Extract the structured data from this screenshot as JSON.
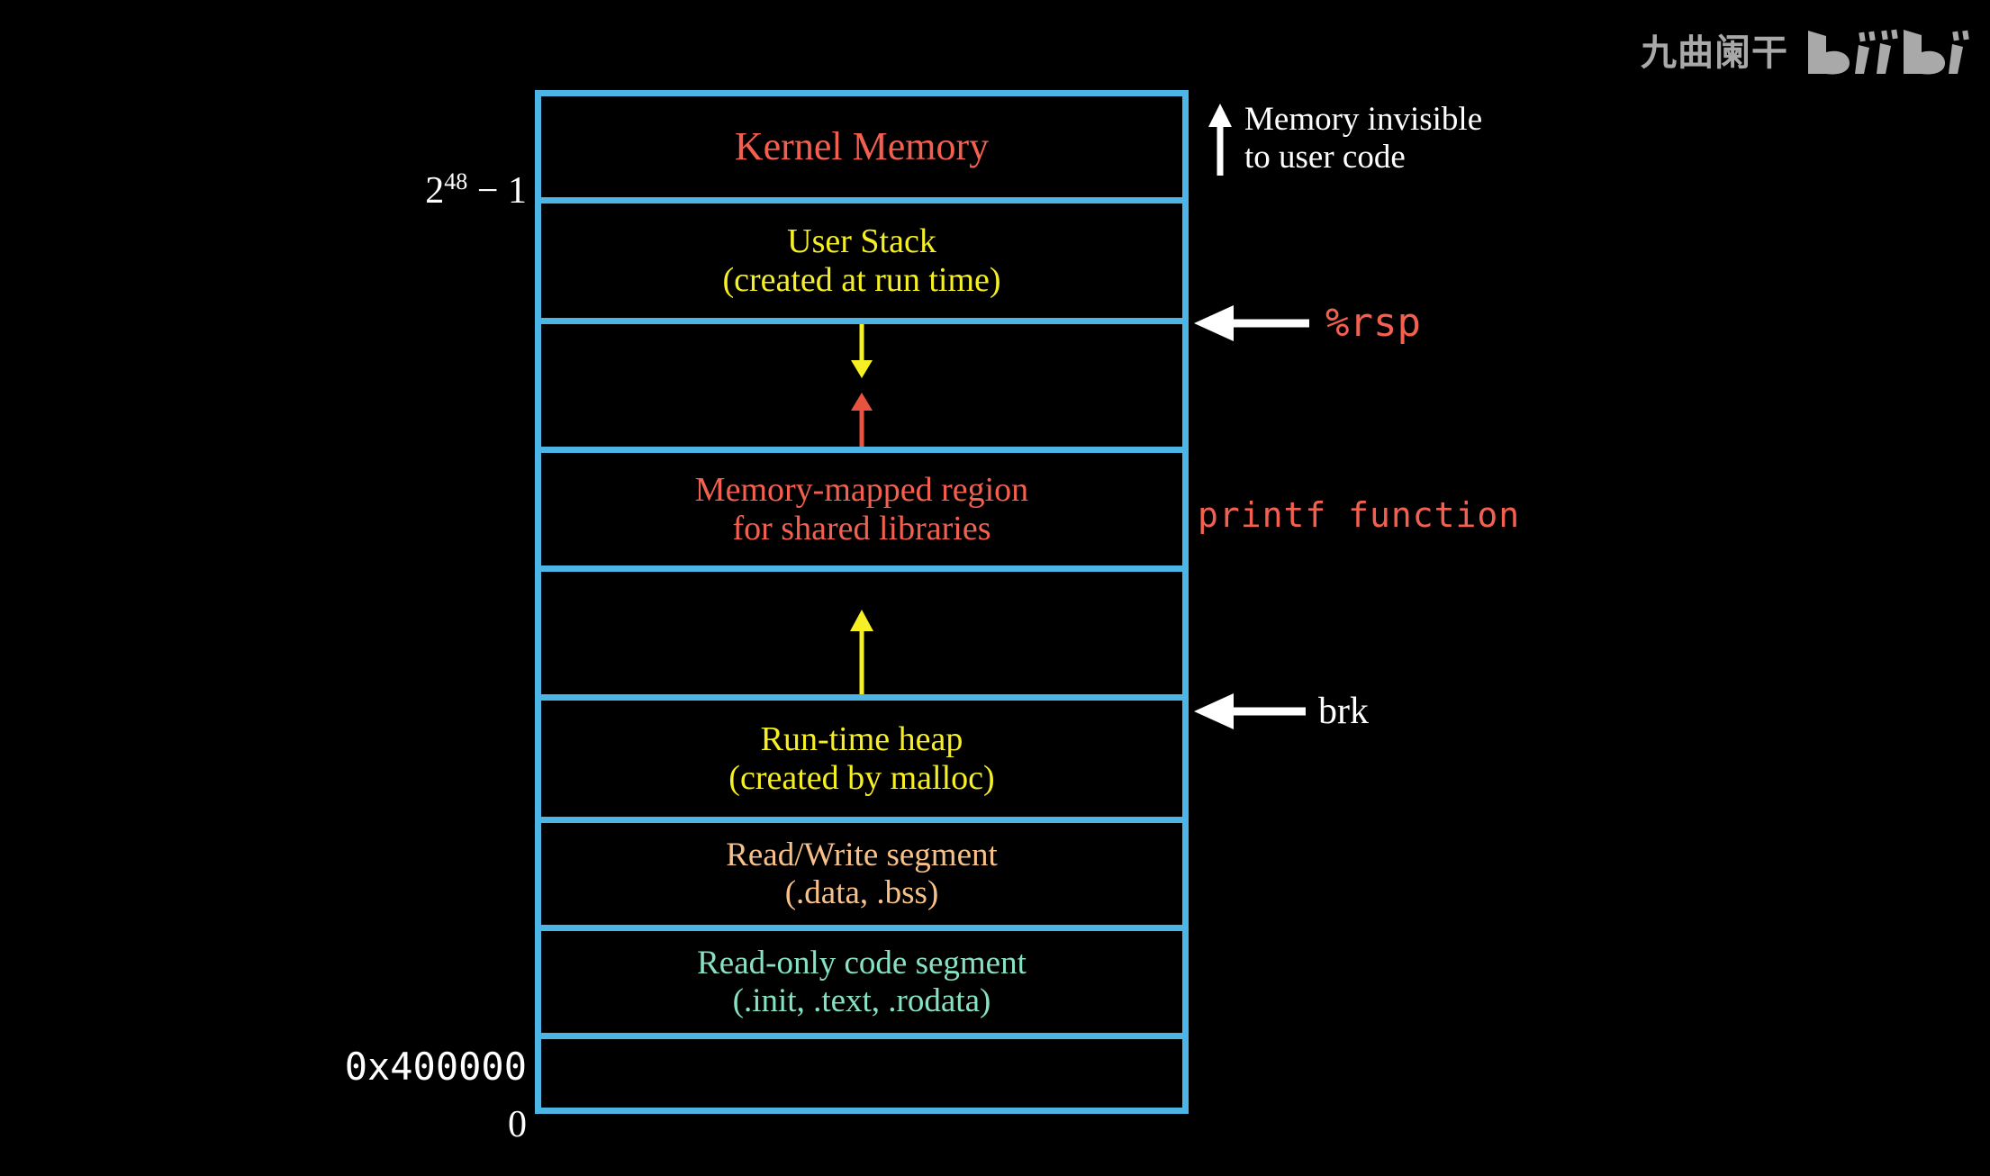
{
  "diagram": {
    "title": "Linux process virtual address space layout",
    "background_color": "#000000",
    "border_color": "#4db4e6"
  },
  "watermark": {
    "channel_name": "九曲阑干",
    "logo_name": "bilibili",
    "logo_color": "#cfcfcf"
  },
  "address_labels": {
    "top_base": "2",
    "top_exponent": "48",
    "top_suffix": " − 1",
    "code_start": "0x400000",
    "zero": "0"
  },
  "regions": [
    {
      "id": "kernel-memory",
      "lines": [
        "Kernel Memory"
      ],
      "color": "#f4604f"
    },
    {
      "id": "user-stack",
      "lines": [
        "User Stack",
        "(created at run time)"
      ],
      "color": "#f5ef24"
    },
    {
      "id": "stack-mmap-gap",
      "lines": [],
      "color": ""
    },
    {
      "id": "memory-mapped-region",
      "lines": [
        "Memory-mapped region",
        "for shared libraries"
      ],
      "color": "#f4604f"
    },
    {
      "id": "mmap-heap-gap",
      "lines": [],
      "color": ""
    },
    {
      "id": "run-time-heap",
      "lines": [
        "Run-time heap",
        "(created by malloc)"
      ],
      "color": "#f5ef24"
    },
    {
      "id": "read-write-segment",
      "lines": [
        "Read/Write segment",
        "(.data, .bss)"
      ],
      "color": "#f9c188"
    },
    {
      "id": "read-only-code-segment",
      "lines": [
        "Read-only code segment",
        "(.init, .text, .rodata)"
      ],
      "color": "#86e2c0"
    },
    {
      "id": "unmapped-low-region",
      "lines": [],
      "color": ""
    }
  ],
  "growth_arrows": {
    "stack_down": {
      "direction": "down",
      "color": "#f5ef24"
    },
    "mmap_up": {
      "direction": "up",
      "color": "#f4604f"
    },
    "heap_up": {
      "direction": "up",
      "color": "#f5ef24"
    }
  },
  "annotations": {
    "invisible": {
      "line1": "Memory invisible",
      "line2": "to user code",
      "color": "#ffffff",
      "arrow": "up-arrow-icon"
    },
    "rsp": {
      "label": "%rsp",
      "color": "#f4604f",
      "arrow": "left-arrow-icon"
    },
    "printf": {
      "label": "printf function",
      "color": "#f4604f"
    },
    "brk": {
      "label": "brk",
      "color": "#ffffff",
      "arrow": "left-arrow-icon"
    }
  }
}
